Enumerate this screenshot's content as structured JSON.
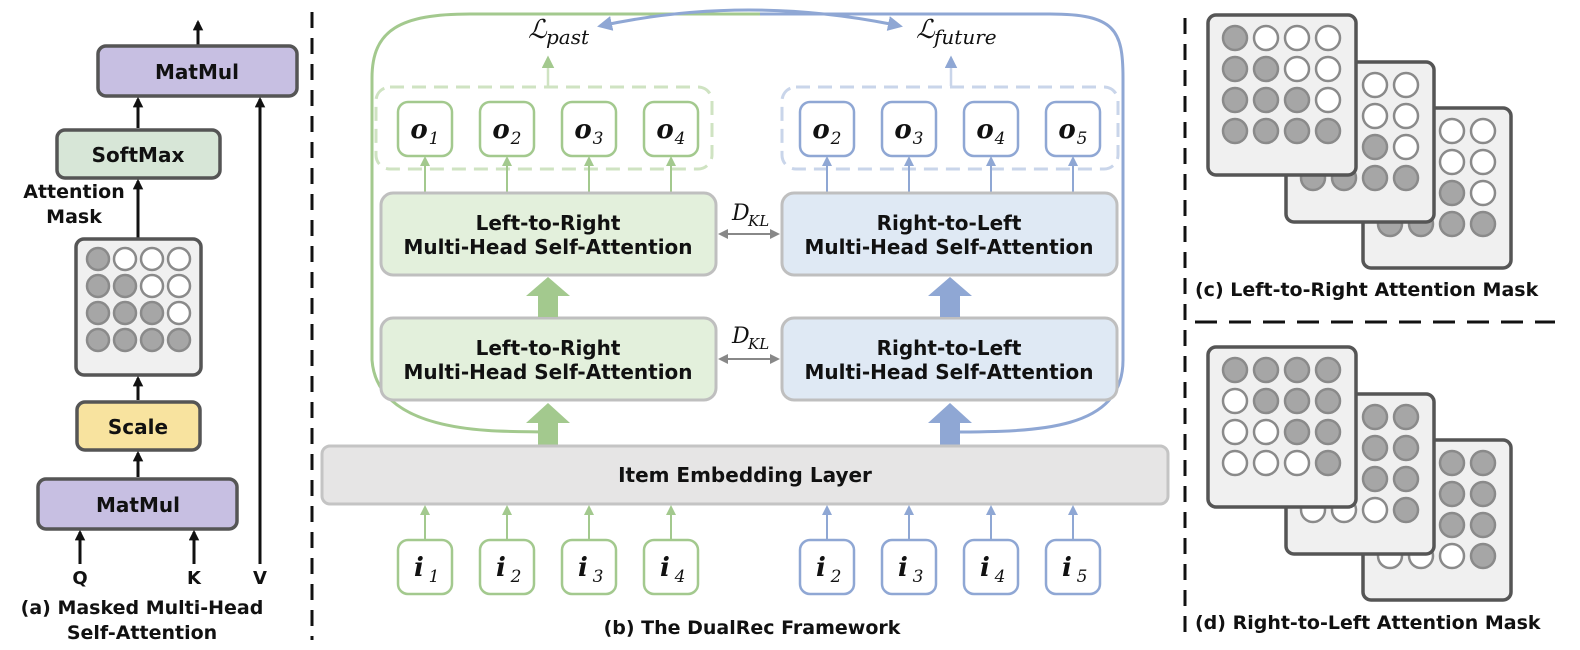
{
  "panel_a": {
    "top_matmul": "MatMul",
    "softmax": "SoftMax",
    "mask_label_line1": "Attention",
    "mask_label_line2": "Mask",
    "scale": "Scale",
    "bottom_matmul": "MatMul",
    "input_q": "Q",
    "input_k": "K",
    "input_v": "V",
    "caption_line1": "(a) Masked Multi-Head",
    "caption_line2": "Self-Attention"
  },
  "panel_b": {
    "loss_past_symbol": "ℒ",
    "loss_past_sub": "past",
    "loss_future_symbol": "ℒ",
    "loss_future_sub": "future",
    "dkl_symbol": "D",
    "dkl_sub": "KL",
    "left_block_line1": "Left-to-Right",
    "left_block_line2": "Multi-Head Self-Attention",
    "right_block_line1": "Right-to-Left",
    "right_block_line2": "Multi-Head Self-Attention",
    "embedding_layer": "Item Embedding Layer",
    "left_outputs": [
      {
        "base": "o",
        "sub": "1"
      },
      {
        "base": "o",
        "sub": "2"
      },
      {
        "base": "o",
        "sub": "3"
      },
      {
        "base": "o",
        "sub": "4"
      }
    ],
    "right_outputs": [
      {
        "base": "o",
        "sub": "2"
      },
      {
        "base": "o",
        "sub": "3"
      },
      {
        "base": "o",
        "sub": "4"
      },
      {
        "base": "o",
        "sub": "5"
      }
    ],
    "left_inputs": [
      {
        "base": "i",
        "sub": "1"
      },
      {
        "base": "i",
        "sub": "2"
      },
      {
        "base": "i",
        "sub": "3"
      },
      {
        "base": "i",
        "sub": "4"
      }
    ],
    "right_inputs": [
      {
        "base": "i",
        "sub": "2"
      },
      {
        "base": "i",
        "sub": "3"
      },
      {
        "base": "i",
        "sub": "4"
      },
      {
        "base": "i",
        "sub": "5"
      }
    ],
    "caption": "(b) The DualRec Framework"
  },
  "panel_c": {
    "caption": "(c) Left-to-Right Attention Mask"
  },
  "panel_d": {
    "caption": "(d) Right-to-Left Attention Mask"
  },
  "colors": {
    "green": "#a3c98e",
    "blue": "#8fa7d4",
    "green_fill": "#e3f0dc",
    "blue_fill": "#dfe9f4",
    "purple_fill": "#c7bfe2",
    "mint_fill": "#d7e6d7",
    "yellow_fill": "#f8e39f",
    "gray_fill": "#e6e5e5"
  }
}
